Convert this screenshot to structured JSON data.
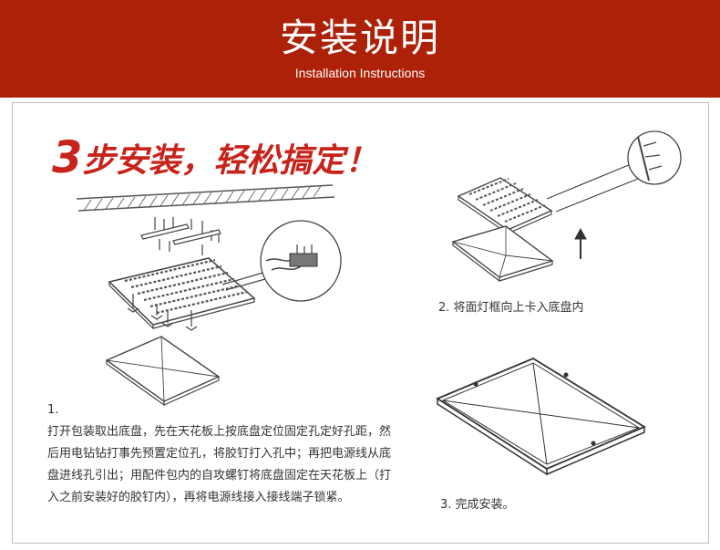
{
  "header": {
    "title": "安装说明",
    "subtitle": "Installation Instructions",
    "color": "#ad2108"
  },
  "headline": {
    "number": "3",
    "text": "步安装，轻松搞定！",
    "color": "#c8231a"
  },
  "steps": [
    {
      "number": "1.",
      "text": "打开包装取出底盘，先在天花板上按底盘定位固定孔定好孔距，然后用电钻钻打事先预置定位孔，将胶钉打入孔中；再把电源线从底盘进线孔引出；用配件包内的自攻螺钉将底盘固定在天花板上（打入之前安装好的胶钉内），再将电源线接入接线端子锁紧。"
    },
    {
      "text": "2. 将面灯框向上卡入底盘内"
    },
    {
      "text": "3. 完成安装。"
    }
  ]
}
